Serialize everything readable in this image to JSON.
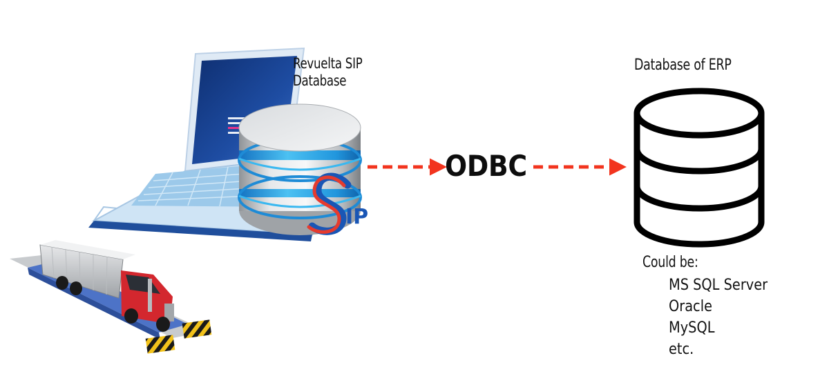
{
  "labels": {
    "sip_database": "Revuelta SIP\nDatabase",
    "odbc": "ODBC",
    "erp_database": "Database of ERP",
    "could_be": "Could be:"
  },
  "erp_options": [
    "MS SQL Server",
    "Oracle",
    "MySQL",
    "etc."
  ],
  "logo_text": "SIP",
  "colors": {
    "arrow": "#f2341e",
    "laptop_blue": "#1f4e9c",
    "laptop_keyboard": "#a9d3ee",
    "db_band": "#29a9e6",
    "truck_red": "#d3272e",
    "logo_red": "#e63b2e",
    "logo_blue": "#1a56b5"
  }
}
